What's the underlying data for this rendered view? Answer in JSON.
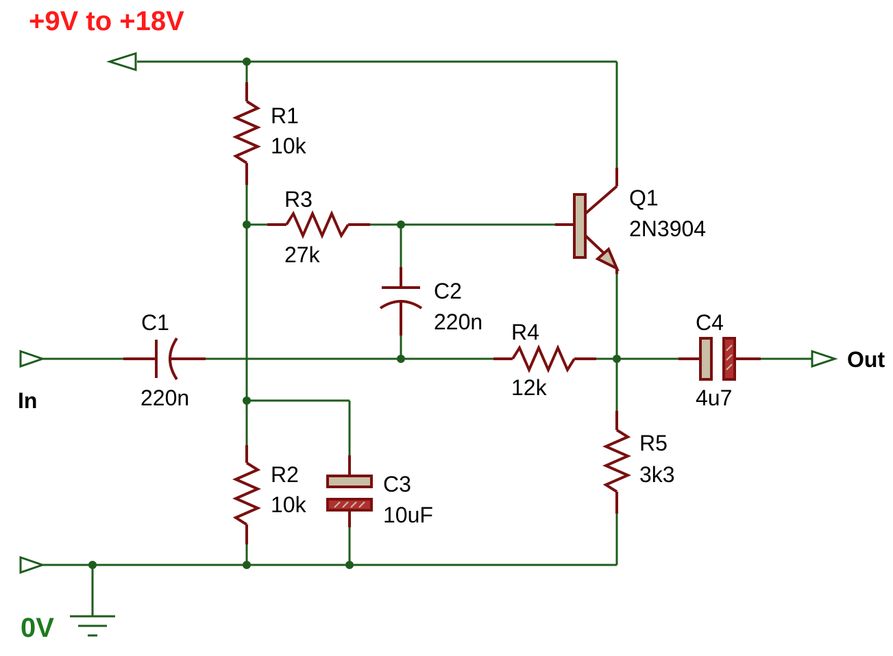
{
  "supply_label": "+9V to +18V",
  "ground_label": "0V",
  "input_label": "In",
  "output_label": "Out",
  "components": {
    "R1": {
      "ref": "R1",
      "value": "10k"
    },
    "R2": {
      "ref": "R2",
      "value": "10k"
    },
    "R3": {
      "ref": "R3",
      "value": "27k"
    },
    "R4": {
      "ref": "R4",
      "value": "12k"
    },
    "R5": {
      "ref": "R5",
      "value": "3k3"
    },
    "C1": {
      "ref": "C1",
      "value": "220n"
    },
    "C2": {
      "ref": "C2",
      "value": "220n"
    },
    "C3": {
      "ref": "C3",
      "value": "10uF"
    },
    "C4": {
      "ref": "C4",
      "value": "4u7"
    },
    "Q1": {
      "ref": "Q1",
      "value": "2N3904"
    }
  },
  "colors": {
    "wire": "#1e5c1e",
    "component": "#7a1010",
    "supply_label": "#ff1a1a",
    "ground_label": "#1e7a1e"
  }
}
